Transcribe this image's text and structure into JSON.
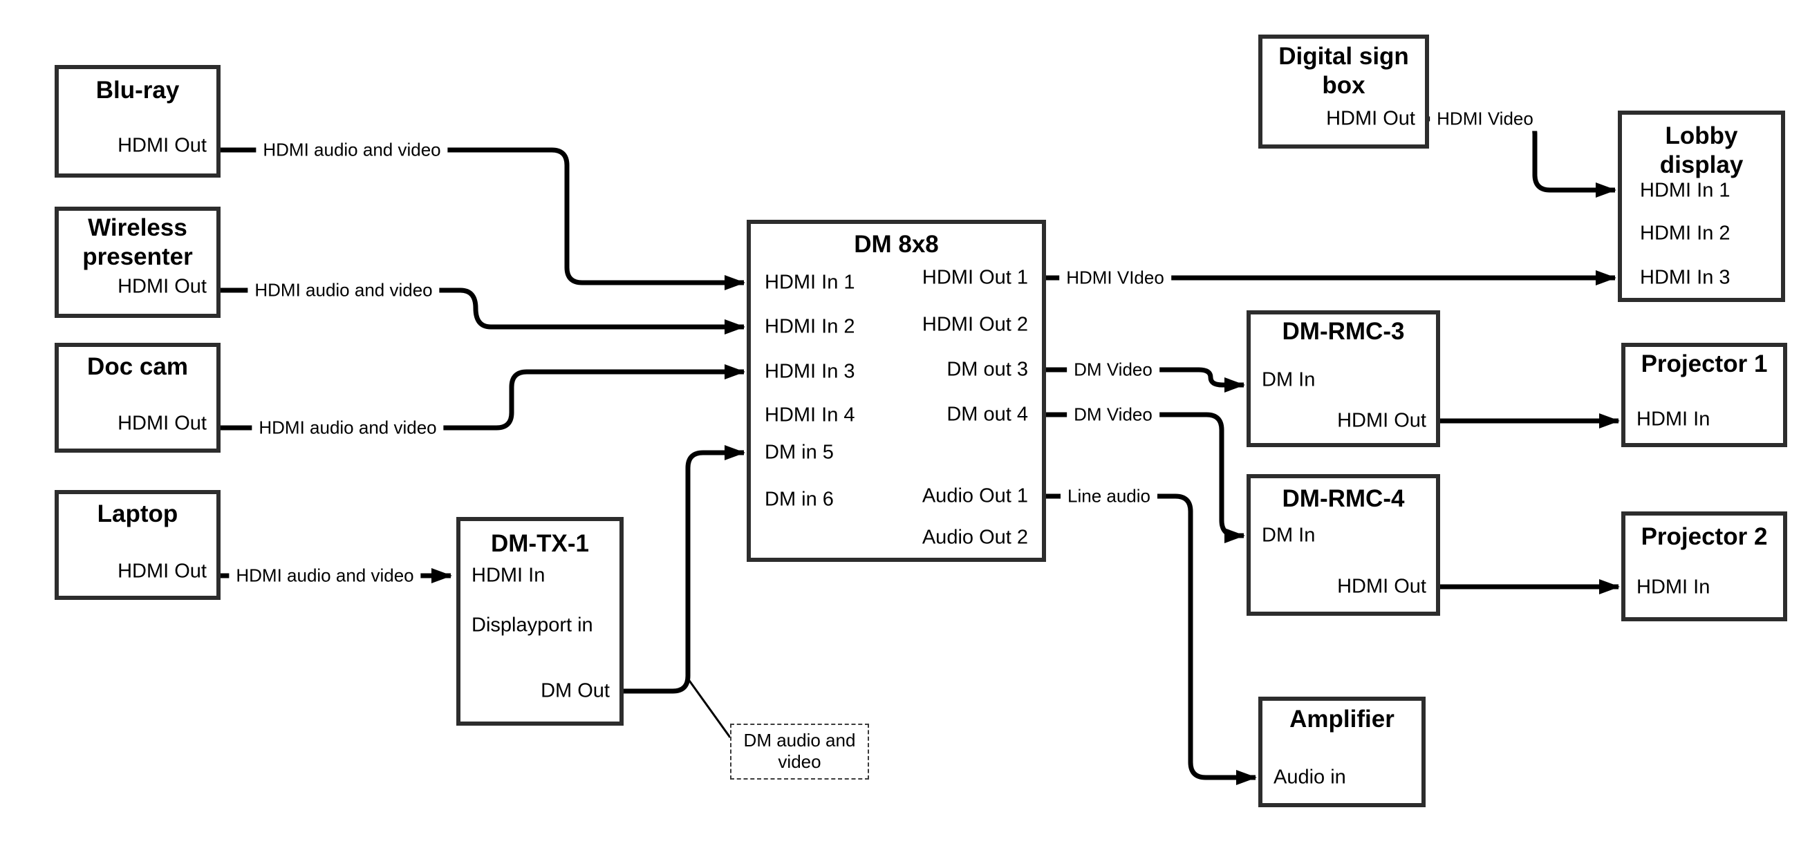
{
  "boxes": {
    "bluray": {
      "title": "Blu-ray",
      "ports": {
        "hdmi_out": "HDMI Out"
      }
    },
    "wireless": {
      "title": "Wireless presenter",
      "ports": {
        "hdmi_out": "HDMI Out"
      }
    },
    "doccam": {
      "title": "Doc cam",
      "ports": {
        "hdmi_out": "HDMI Out"
      }
    },
    "laptop": {
      "title": "Laptop",
      "ports": {
        "hdmi_out": "HDMI Out"
      }
    },
    "dmtx1": {
      "title": "DM-TX-1",
      "ports": {
        "hdmi_in": "HDMI In",
        "dp_in": "Displayport in",
        "dm_out": "DM Out"
      }
    },
    "dm8x8": {
      "title": "DM 8x8",
      "ports": {
        "in1": "HDMI In 1",
        "in2": "HDMI In 2",
        "in3": "HDMI In 3",
        "in4": "HDMI In 4",
        "in5": "DM in 5",
        "in6": "DM in 6",
        "out1": "HDMI Out 1",
        "out2": "HDMI Out 2",
        "out3": "DM out 3",
        "out4": "DM out 4",
        "audio_out1": "Audio Out 1",
        "audio_out2": "Audio Out 2"
      }
    },
    "digitalsign": {
      "title": "Digital sign box",
      "ports": {
        "hdmi_out": "HDMI Out"
      }
    },
    "lobby": {
      "title": "Lobby display",
      "ports": {
        "in1": "HDMI In 1",
        "in2": "HDMI In 2",
        "in3": "HDMI In 3"
      }
    },
    "rmc3": {
      "title": "DM-RMC-3",
      "ports": {
        "dm_in": "DM In",
        "hdmi_out": "HDMI Out"
      }
    },
    "proj1": {
      "title": "Projector 1",
      "ports": {
        "hdmi_in": "HDMI In"
      }
    },
    "rmc4": {
      "title": "DM-RMC-4",
      "ports": {
        "dm_in": "DM In",
        "hdmi_out": "HDMI Out"
      }
    },
    "proj2": {
      "title": "Projector 2",
      "ports": {
        "hdmi_in": "HDMI In"
      }
    },
    "amp": {
      "title": "Amplifier",
      "ports": {
        "audio_in": "Audio in"
      }
    }
  },
  "wire_labels": {
    "bluray_av": "HDMI audio and video",
    "wireless_av": "HDMI audio and video",
    "doccam_av": "HDMI audio and video",
    "laptop_av": "HDMI audio and video",
    "hdmi_out1_video": "HDMI VIdeo",
    "dm_out3_video": "DM Video",
    "dm_out4_video": "DM Video",
    "audio_out1_line": "Line audio",
    "sign_hdmi_video": "HDMI Video"
  },
  "note": {
    "text": "DM audio and video"
  },
  "colors": {
    "background": "#ffffff",
    "wire": "#000000",
    "box_border": "#2d2d2d",
    "text": "#000000"
  }
}
